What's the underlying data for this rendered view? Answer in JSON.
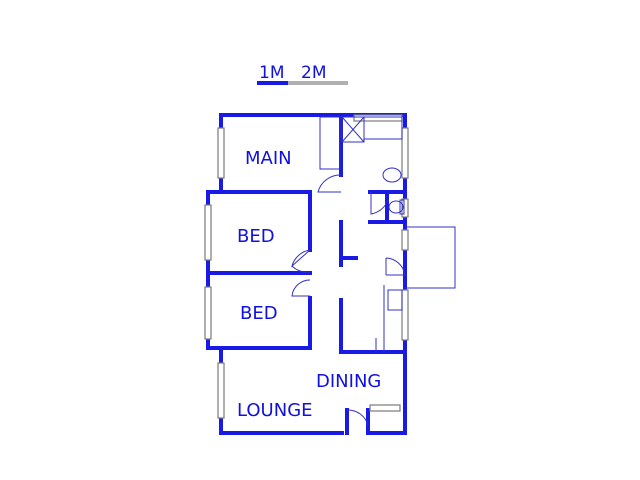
{
  "scale": {
    "label_1": "1M",
    "label_2": "2M"
  },
  "rooms": {
    "main": "MAIN",
    "bed_1": "BED",
    "bed_2": "BED",
    "dining": "DINING",
    "lounge": "LOUNGE"
  },
  "colors": {
    "wall": "#1a1ae6",
    "thin_line": "#3030c8",
    "window": "#7a7a7a",
    "scale_gray": "#b0b0b0",
    "text": "#1010e0"
  }
}
